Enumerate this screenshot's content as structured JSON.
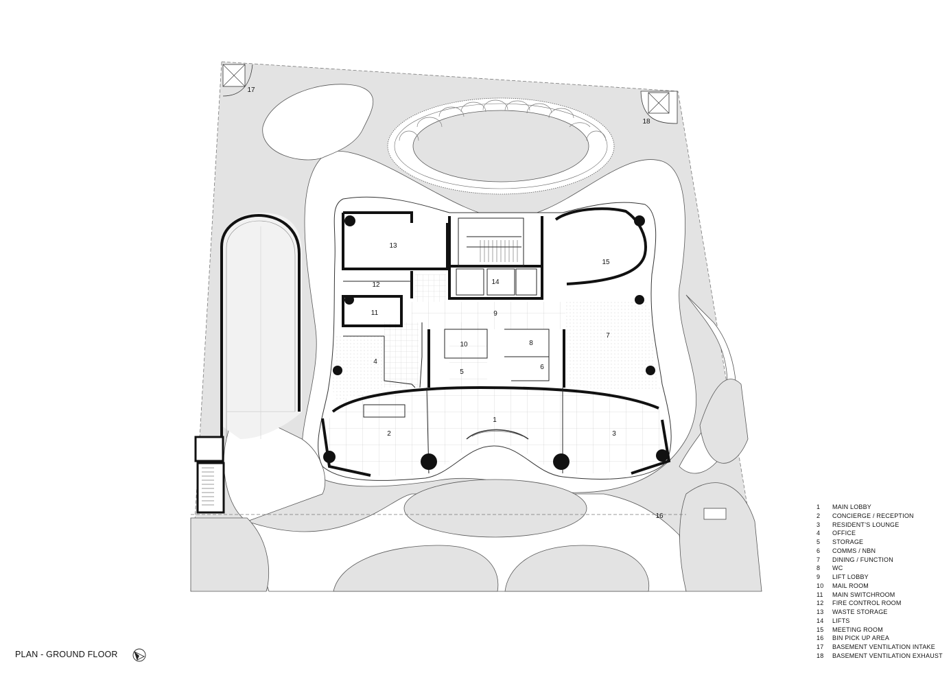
{
  "title": "PLAN - GROUND FLOOR",
  "room_labels": {
    "r1": "1",
    "r2": "2",
    "r3": "3",
    "r4": "4",
    "r5": "5",
    "r6": "6",
    "r7": "7",
    "r8": "8",
    "r9": "9",
    "r10": "10",
    "r11": "11",
    "r12": "12",
    "r13": "13",
    "r14": "14",
    "r15": "15",
    "r16": "16",
    "r17": "17",
    "r18": "18"
  },
  "legend": [
    {
      "num": "1",
      "label": "MAIN LOBBY"
    },
    {
      "num": "2",
      "label": "CONCIERGE / RECEPTION"
    },
    {
      "num": "3",
      "label": "RESIDENT’S LOUNGE"
    },
    {
      "num": "4",
      "label": "OFFICE"
    },
    {
      "num": "5",
      "label": "STORAGE"
    },
    {
      "num": "6",
      "label": "COMMS / NBN"
    },
    {
      "num": "7",
      "label": "DINING / FUNCTION"
    },
    {
      "num": "8",
      "label": "WC"
    },
    {
      "num": "9",
      "label": "LIFT LOBBY"
    },
    {
      "num": "10",
      "label": "MAIL ROOM"
    },
    {
      "num": "11",
      "label": "MAIN SWITCHROOM"
    },
    {
      "num": "12",
      "label": "FIRE CONTROL ROOM"
    },
    {
      "num": "13",
      "label": "WASTE STORAGE"
    },
    {
      "num": "14",
      "label": "LIFTS"
    },
    {
      "num": "15",
      "label": "MEETING ROOM"
    },
    {
      "num": "16",
      "label": "BIN PICK UP AREA"
    },
    {
      "num": "17",
      "label": "BASEMENT VENTILATION INTAKE"
    },
    {
      "num": "18",
      "label": "BASEMENT VENTILATION EXHAUST"
    }
  ],
  "colors": {
    "landscape": "#e3e3e3",
    "ink": "#111111",
    "grid": "#bdbdbd"
  },
  "icons": {
    "north": "north-arrow-icon"
  }
}
